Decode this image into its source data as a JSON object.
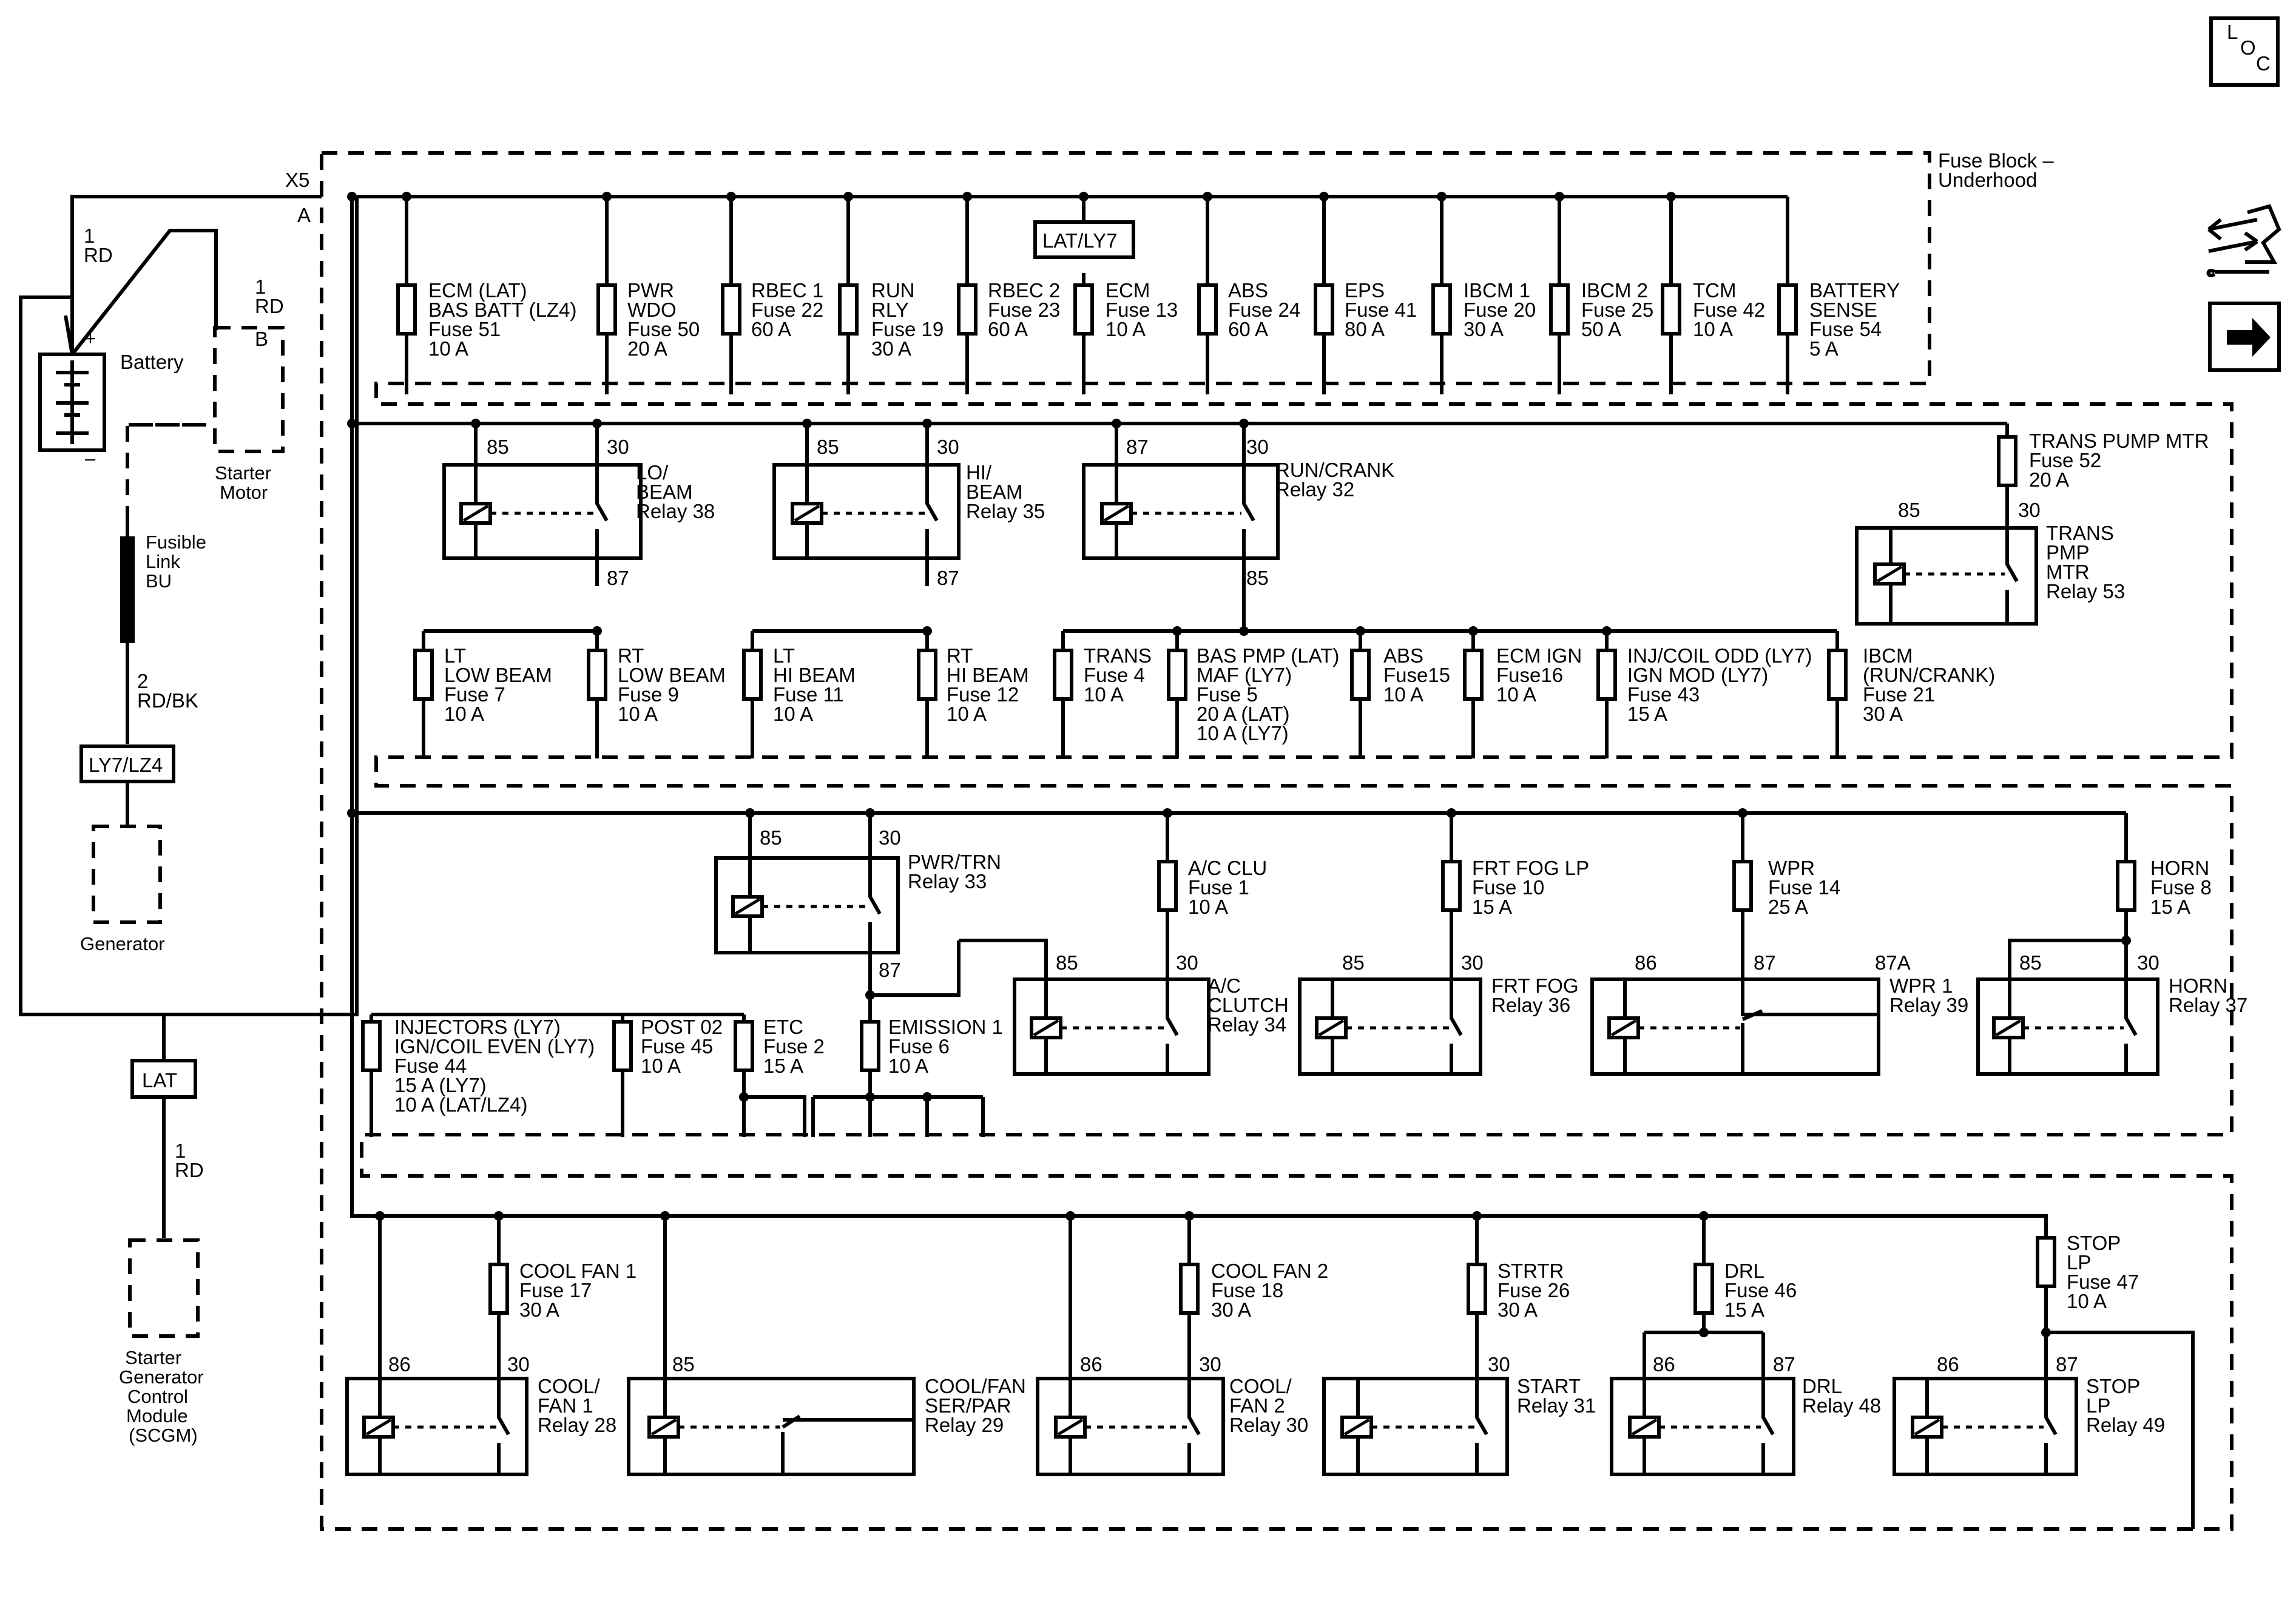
{
  "header": {
    "loc": {
      "l": "L",
      "o": "O",
      "c": "C"
    },
    "icons": [
      "service-info-icon",
      "next-page-arrow-icon"
    ]
  },
  "block": {
    "title1": "Fuse Block –",
    "title2": "Underhood",
    "connector": "X5",
    "pin": "A"
  },
  "left": {
    "battery_label": "Battery",
    "plus": "+",
    "minus": "–",
    "wire_1rd_a": {
      "n": "1",
      "c": "RD"
    },
    "wire_1rd_b": {
      "n": "1",
      "c": "RD"
    },
    "starter_pin": "B",
    "starter_label": [
      "Starter",
      "Motor"
    ],
    "fusible_link": [
      "Fusible",
      "Link",
      "BU"
    ],
    "wire_2": {
      "n": "2",
      "c": "RD/BK"
    },
    "opt_ly7lz4": "LY7/LZ4",
    "generator": "Generator",
    "opt_lat": "LAT",
    "wire_1rd_c": {
      "n": "1",
      "c": "RD"
    },
    "scgm": [
      "Starter",
      "Generator",
      "Control",
      "Module",
      "(SCGM)"
    ]
  },
  "row1": {
    "option_box": "LAT/LY7",
    "fuses": [
      {
        "lines": [
          "ECM (LAT)",
          "BAS BATT (LZ4)",
          "Fuse 51",
          "10 A"
        ]
      },
      {
        "lines": [
          "PWR",
          "WDO",
          "Fuse 50",
          "20 A"
        ]
      },
      {
        "lines": [
          "RBEC 1",
          "Fuse 22",
          "60 A"
        ]
      },
      {
        "lines": [
          "RUN",
          "RLY",
          "Fuse 19",
          "30 A"
        ]
      },
      {
        "lines": [
          "RBEC 2",
          "Fuse 23",
          "60 A"
        ]
      },
      {
        "lines": [
          "ECM",
          "Fuse 13",
          "10 A"
        ]
      },
      {
        "lines": [
          "ABS",
          "Fuse 24",
          "60 A"
        ]
      },
      {
        "lines": [
          "EPS",
          "Fuse 41",
          "80 A"
        ]
      },
      {
        "lines": [
          "IBCM 1",
          "Fuse 20",
          "30 A"
        ]
      },
      {
        "lines": [
          "IBCM 2",
          "Fuse 25",
          "50 A"
        ]
      },
      {
        "lines": [
          "TCM",
          "Fuse 42",
          "10 A"
        ]
      },
      {
        "lines": [
          "BATTERY",
          "SENSE",
          "Fuse 54",
          "5 A"
        ]
      }
    ]
  },
  "row2": {
    "relays": [
      {
        "lines": [
          "LO/",
          "BEAM",
          "Relay 38"
        ],
        "pins": [
          "85",
          "30",
          "87"
        ]
      },
      {
        "lines": [
          "HI/",
          "BEAM",
          "Relay 35"
        ],
        "pins": [
          "85",
          "30",
          "87"
        ]
      },
      {
        "lines": [
          "RUN/CRANK",
          "Relay 32"
        ],
        "pins": [
          "87",
          "30",
          "85"
        ]
      },
      {
        "lines": [
          "TRANS",
          "PMP",
          "MTR",
          "Relay 53"
        ],
        "pins": [
          "85",
          "30"
        ]
      }
    ],
    "trans_fuse": [
      "TRANS PUMP MTR",
      "Fuse 52",
      "20 A"
    ],
    "fuses": [
      {
        "lines": [
          "LT",
          "LOW BEAM",
          "Fuse 7",
          "10 A"
        ]
      },
      {
        "lines": [
          "RT",
          "LOW BEAM",
          "Fuse 9",
          "10 A"
        ]
      },
      {
        "lines": [
          "LT",
          "HI BEAM",
          "Fuse 11",
          "10 A"
        ]
      },
      {
        "lines": [
          "RT",
          "HI BEAM",
          "Fuse 12",
          "10 A"
        ]
      },
      {
        "lines": [
          "TRANS",
          "Fuse 4",
          "10 A"
        ]
      },
      {
        "lines": [
          "BAS PMP (LAT)",
          "MAF (LY7)",
          "Fuse 5",
          "20 A (LAT)",
          "10 A (LY7)"
        ]
      },
      {
        "lines": [
          "ABS",
          "Fuse15",
          "10 A"
        ]
      },
      {
        "lines": [
          "ECM IGN",
          "Fuse16",
          "10 A"
        ]
      },
      {
        "lines": [
          "INJ/COIL ODD (LY7)",
          "IGN MOD (LY7)",
          "Fuse 43",
          "15 A"
        ]
      },
      {
        "lines": [
          "IBCM",
          "(RUN/CRANK)",
          "Fuse 21",
          "30 A"
        ]
      }
    ]
  },
  "row3": {
    "pwr_relay": {
      "lines": [
        "PWR/TRN",
        "Relay 33"
      ],
      "pins": [
        "85",
        "30",
        "87"
      ]
    },
    "fuses_top": [
      {
        "lines": [
          "A/C CLU",
          "Fuse 1",
          "10 A"
        ]
      },
      {
        "lines": [
          "FRT FOG LP",
          "Fuse 10",
          "15 A"
        ]
      },
      {
        "lines": [
          "WPR",
          "Fuse 14",
          "25 A"
        ]
      },
      {
        "lines": [
          "HORN",
          "Fuse 8",
          "15 A"
        ]
      }
    ],
    "relays": [
      {
        "lines": [
          "A/C",
          "CLUTCH",
          "Relay 34"
        ],
        "pins": [
          "85",
          "30"
        ]
      },
      {
        "lines": [
          "FRT FOG",
          "Relay 36"
        ],
        "pins": [
          "85",
          "30"
        ]
      },
      {
        "lines": [
          "WPR 1",
          "Relay 39"
        ],
        "pins": [
          "86",
          "87",
          "87A"
        ]
      },
      {
        "lines": [
          "HORN",
          "Relay 37"
        ],
        "pins": [
          "85",
          "30"
        ]
      }
    ],
    "fuses_bottom": [
      {
        "lines": [
          "INJECTORS (LY7)",
          "IGN/COIL EVEN (LY7)",
          "Fuse 44",
          "15 A (LY7)",
          "10 A (LAT/LZ4)"
        ]
      },
      {
        "lines": [
          "POST 02",
          "Fuse 45",
          "10 A"
        ]
      },
      {
        "lines": [
          "ETC",
          "Fuse 2",
          "15 A"
        ]
      },
      {
        "lines": [
          "EMISSION 1",
          "Fuse 6",
          "10 A"
        ]
      }
    ]
  },
  "row4": {
    "fuses": [
      {
        "lines": [
          "COOL FAN 1",
          "Fuse 17",
          "30 A"
        ]
      },
      {
        "lines": [
          "COOL FAN 2",
          "Fuse 18",
          "30 A"
        ]
      },
      {
        "lines": [
          "STRTR",
          "Fuse 26",
          "30 A"
        ]
      },
      {
        "lines": [
          "DRL",
          "Fuse 46",
          "15 A"
        ]
      },
      {
        "lines": [
          "STOP",
          "LP",
          "Fuse 47",
          "10 A"
        ]
      }
    ],
    "relays": [
      {
        "lines": [
          "COOL/",
          "FAN 1",
          "Relay 28"
        ],
        "pins": [
          "86",
          "30"
        ]
      },
      {
        "lines": [
          "COOL/FAN",
          "SER/PAR",
          "Relay 29"
        ],
        "pins": [
          "85"
        ]
      },
      {
        "lines": [
          "COOL/",
          "FAN 2",
          "Relay 30"
        ],
        "pins": [
          "86",
          "30"
        ]
      },
      {
        "lines": [
          "START",
          "Relay 31"
        ],
        "pins": [
          "30"
        ]
      },
      {
        "lines": [
          "DRL",
          "Relay 48"
        ],
        "pins": [
          "86",
          "87"
        ]
      },
      {
        "lines": [
          "STOP",
          "LP",
          "Relay 49"
        ],
        "pins": [
          "86",
          "87"
        ]
      }
    ]
  }
}
